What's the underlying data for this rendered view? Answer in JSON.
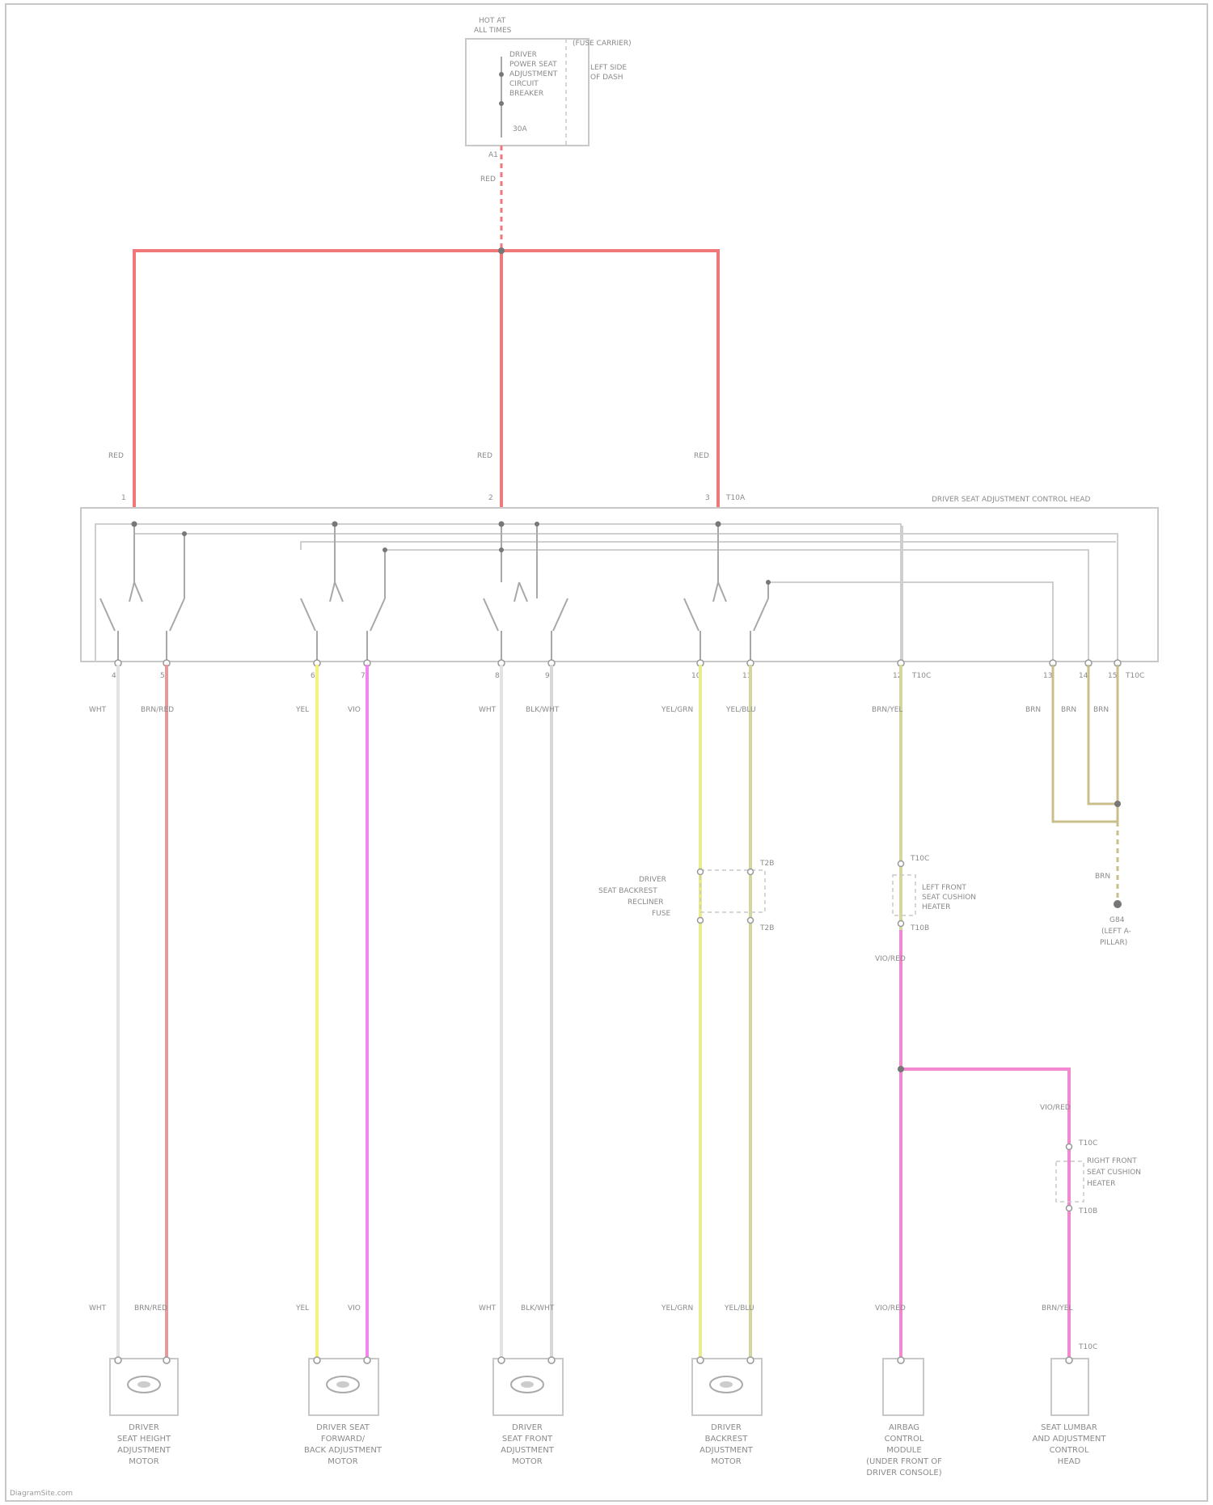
{
  "diagram": {
    "fuse_box": {
      "title_lines": [
        "HOT AT",
        "ALL TIMES"
      ],
      "fuse_name_lines": [
        "DRIVER",
        "POWER SEAT",
        "ADJUSTMENT",
        "CIRCUIT",
        "BREAKER"
      ],
      "fuse_amp": "30A",
      "right_label_1": "(FUSE CARRIER)",
      "right_label_2_lines": [
        "LEFT SIDE",
        "OF DASH"
      ],
      "pin": "A1"
    },
    "feed_wire_color": "RED",
    "module_title": "DRIVER SEAT ADJUSTMENT CONTROL HEAD",
    "module_connector": "T10A",
    "pin_connector": "T10C",
    "upper_wires": [
      {
        "id": "w-upper-left",
        "label": "RED",
        "pin": "1"
      },
      {
        "id": "w-upper-mid",
        "label": "RED",
        "pin": "2"
      },
      {
        "id": "w-upper-right",
        "label": "RED",
        "pin": "3"
      }
    ],
    "output_wires": [
      {
        "label_top": "WHT",
        "pin": "4",
        "label_bottom": "WHT"
      },
      {
        "label_top": "BRN/RED",
        "pin": "5",
        "label_bottom": "BRN/RED"
      },
      {
        "label_top": "YEL",
        "pin": "6",
        "label_bottom": "YEL"
      },
      {
        "label_top": "VIO",
        "pin": "7",
        "label_bottom": "VIO"
      },
      {
        "label_top": "WHT",
        "pin": "8",
        "label_bottom": "WHT"
      },
      {
        "label_top": "BLK/WHT",
        "pin": "9",
        "label_bottom": "BLK/WHT"
      },
      {
        "label_top": "YEL/GRN",
        "pin": "10",
        "label_bottom": "YEL/GRN"
      },
      {
        "label_top": "YEL/BLU",
        "pin": "11",
        "label_bottom": "YEL/BLU"
      },
      {
        "label_top": "BRN/YEL",
        "pin": "12",
        "label_bottom": "VIO/RED"
      },
      {
        "label_top": "BRN",
        "pin": "13"
      },
      {
        "label_top": "BRN",
        "pin": "14"
      },
      {
        "label_top": "BRN",
        "pin": "15"
      }
    ],
    "ground": {
      "wire": "BRN",
      "label_lines": [
        "G84",
        "(LEFT A-",
        "PILLAR)"
      ]
    },
    "recliner_fuse": {
      "label_lines": [
        "DRIVER",
        "SEAT BACKREST",
        "RECLINER",
        "FUSE"
      ],
      "pin_top": "T2B",
      "pin_bottom": "T2B"
    },
    "left_front_connector": {
      "label_lines": [
        "LEFT FRONT",
        "SEAT CUSHION",
        "HEATER"
      ],
      "pin_top": "T10C",
      "pin_bottom": "T10B"
    },
    "right_branch_wire": "VIO/RED",
    "right_front_connector": {
      "label_lines": [
        "RIGHT FRONT",
        "SEAT CUSHION",
        "HEATER"
      ],
      "pin_top": "T10C",
      "pin_bottom": "T10B"
    },
    "right_bottom_wire": "BRN/YEL",
    "right_bottom_pin": "T10C",
    "components": [
      {
        "name": "motor-seat-height",
        "label_lines": [
          "DRIVER",
          "SEAT HEIGHT",
          "ADJUSTMENT",
          "MOTOR"
        ]
      },
      {
        "name": "motor-backrest",
        "label_lines": [
          "DRIVER SEAT",
          "FORWARD/",
          "BACK ADJUSTMENT",
          "MOTOR"
        ]
      },
      {
        "name": "motor-seat-front",
        "label_lines": [
          "DRIVER",
          "SEAT FRONT",
          "ADJUSTMENT",
          "MOTOR"
        ]
      },
      {
        "name": "motor-recliner",
        "label_lines": [
          "DRIVER",
          "BACKREST",
          "ADJUSTMENT",
          "MOTOR"
        ]
      },
      {
        "name": "airbag-module",
        "label_lines": [
          "AIRBAG",
          "CONTROL",
          "MODULE",
          "(UNDER FRONT OF",
          "DRIVER CONSOLE)"
        ]
      },
      {
        "name": "lumbar-module",
        "label_lines": [
          "SEAT LUMBAR",
          "AND ADJUSTMENT",
          "CONTROL",
          "HEAD"
        ]
      }
    ],
    "colors": {
      "red": "#f0787a",
      "white": "#e3e3e3",
      "pinkish_red": "#e39ba0",
      "yellow": "#f4f27a",
      "magenta": "#f484ee",
      "grey": "#d7d7d7",
      "khaki": "#d5d59e",
      "yellow_green": "#e7ed8e",
      "pink": "#f288d0",
      "olive": "#c8bf8c"
    }
  },
  "footer": "DiagramSite.com"
}
